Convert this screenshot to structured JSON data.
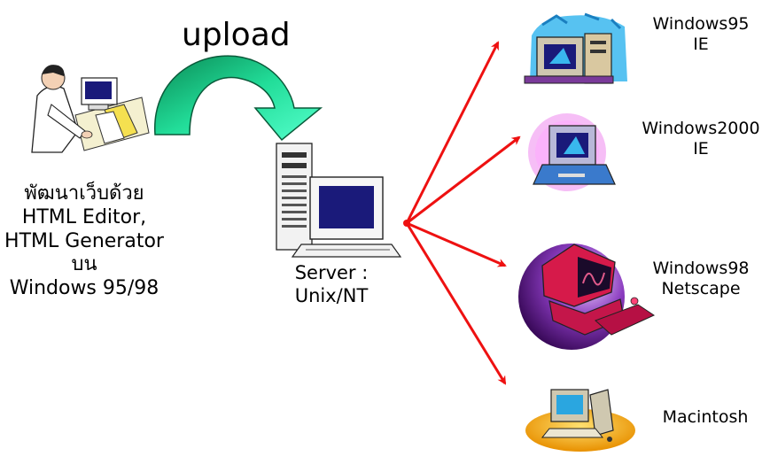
{
  "upload_label": "upload",
  "developer": {
    "lines": [
      "พัฒนาเว็บด้วย",
      "HTML Editor,",
      "HTML Generator",
      "บน",
      "Windows 95/98"
    ]
  },
  "server": {
    "lines": [
      "Server :",
      "Unix/NT"
    ]
  },
  "clients": [
    {
      "lines": [
        "Windows95",
        "IE"
      ],
      "icon": "monitor-tower-icon"
    },
    {
      "lines": [
        "Windows2000",
        "IE"
      ],
      "icon": "monitor-icon"
    },
    {
      "lines": [
        "Windows98",
        "Netscape"
      ],
      "icon": "purple-computer-icon"
    },
    {
      "lines": [
        "Macintosh"
      ],
      "icon": "macintosh-icon"
    }
  ],
  "colors": {
    "arrow_red": "#ee1111",
    "upload_arrow_green": "#22dd99",
    "screen_blue": "#1a1a7a"
  }
}
